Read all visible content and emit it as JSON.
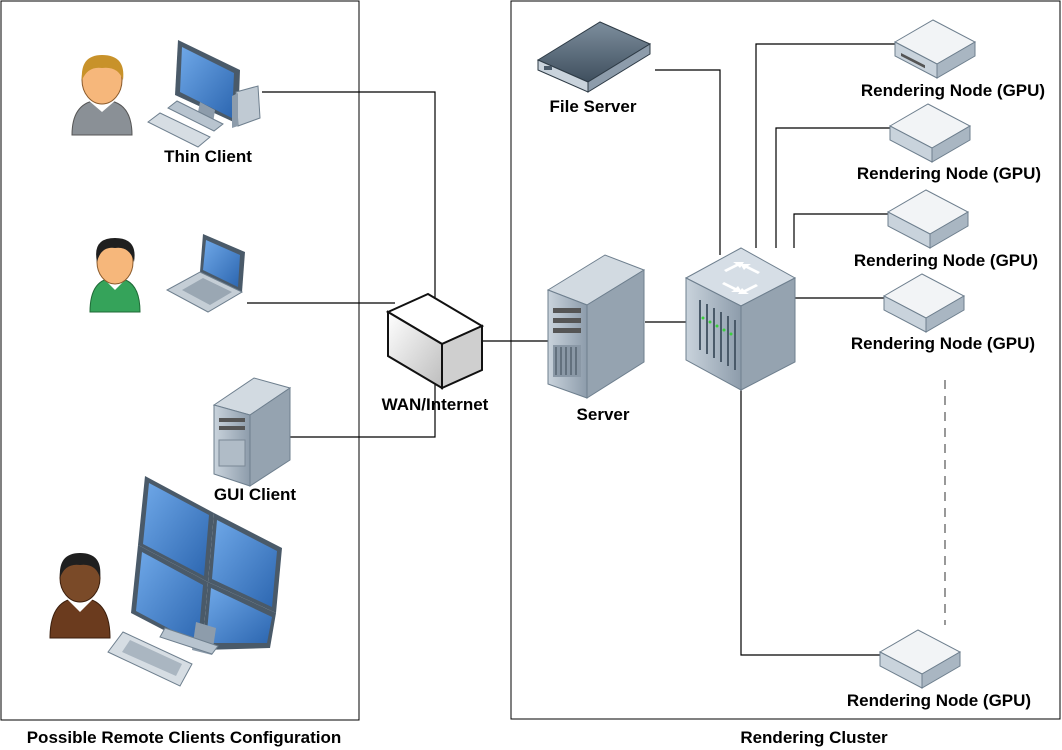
{
  "panels": {
    "clients_caption": "Possible Remote Clients Configuration",
    "cluster_caption": "Rendering Cluster"
  },
  "labels": {
    "thin_client": "Thin Client",
    "gui_client": "GUI Client",
    "wan": "WAN/Internet",
    "server": "Server",
    "file_server": "File Server",
    "rendering_node": "Rendering Node (GPU)"
  },
  "colors": {
    "screen": "#3a7bc8",
    "device_body": "#a9b6c2",
    "device_dark": "#6e7f8e",
    "person_gray": "#8a9096",
    "person_green": "#35a35a",
    "person_brown": "#6b3b1e",
    "hair_blond": "#c8922a",
    "hair_black": "#1f1f1f"
  }
}
